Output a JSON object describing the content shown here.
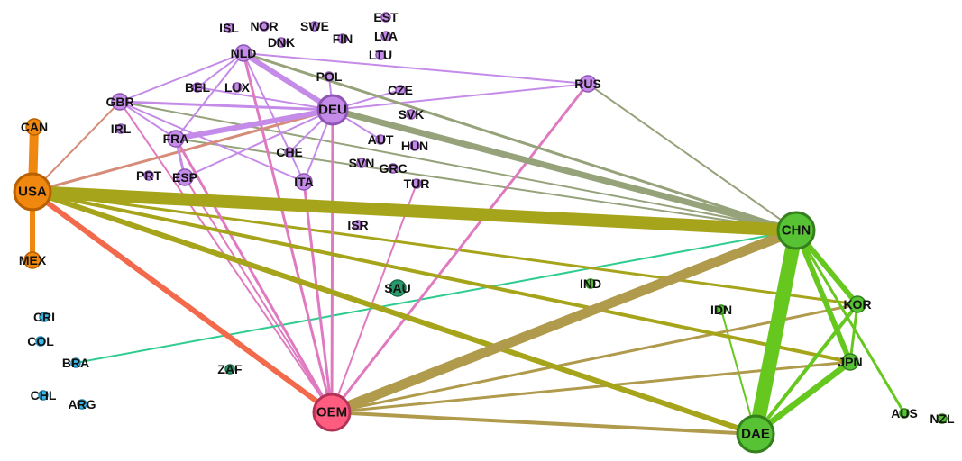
{
  "network": {
    "nodes": [
      {
        "id": "USA",
        "label": "USA",
        "group": "americas",
        "size": "large"
      },
      {
        "id": "CAN",
        "label": "CAN",
        "group": "americas",
        "size": "small"
      },
      {
        "id": "MEX",
        "label": "MEX",
        "group": "americas",
        "size": "small"
      },
      {
        "id": "CRI",
        "label": "CRI",
        "group": "latam",
        "size": "tiny"
      },
      {
        "id": "COL",
        "label": "COL",
        "group": "latam",
        "size": "tiny"
      },
      {
        "id": "BRA",
        "label": "BRA",
        "group": "latam",
        "size": "tiny"
      },
      {
        "id": "CHL",
        "label": "CHL",
        "group": "latam",
        "size": "tiny"
      },
      {
        "id": "ARG",
        "label": "ARG",
        "group": "latam",
        "size": "tiny"
      },
      {
        "id": "ISL",
        "label": "ISL",
        "group": "europe",
        "size": "tiny"
      },
      {
        "id": "NOR",
        "label": "NOR",
        "group": "europe",
        "size": "tiny"
      },
      {
        "id": "SWE",
        "label": "SWE",
        "group": "europe",
        "size": "tiny"
      },
      {
        "id": "EST",
        "label": "EST",
        "group": "europe",
        "size": "tiny"
      },
      {
        "id": "FIN",
        "label": "FIN",
        "group": "europe",
        "size": "tiny"
      },
      {
        "id": "LVA",
        "label": "LVA",
        "group": "europe",
        "size": "tiny"
      },
      {
        "id": "LTU",
        "label": "LTU",
        "group": "europe",
        "size": "tiny"
      },
      {
        "id": "DNK",
        "label": "DNK",
        "group": "europe",
        "size": "tiny"
      },
      {
        "id": "NLD",
        "label": "NLD",
        "group": "europe",
        "size": "small"
      },
      {
        "id": "GBR",
        "label": "GBR",
        "group": "europe",
        "size": "small"
      },
      {
        "id": "BEL",
        "label": "BEL",
        "group": "europe",
        "size": "tiny"
      },
      {
        "id": "LUX",
        "label": "LUX",
        "group": "europe",
        "size": "tiny"
      },
      {
        "id": "POL",
        "label": "POL",
        "group": "europe",
        "size": "tiny"
      },
      {
        "id": "DEU",
        "label": "DEU",
        "group": "europe",
        "size": "medium"
      },
      {
        "id": "CZE",
        "label": "CZE",
        "group": "europe",
        "size": "tiny"
      },
      {
        "id": "SVK",
        "label": "SVK",
        "group": "europe",
        "size": "tiny"
      },
      {
        "id": "IRL",
        "label": "IRL",
        "group": "europe",
        "size": "tiny"
      },
      {
        "id": "FRA",
        "label": "FRA",
        "group": "europe",
        "size": "small"
      },
      {
        "id": "CHE",
        "label": "CHE",
        "group": "europe",
        "size": "tiny"
      },
      {
        "id": "AUT",
        "label": "AUT",
        "group": "europe",
        "size": "tiny"
      },
      {
        "id": "HUN",
        "label": "HUN",
        "group": "europe",
        "size": "tiny"
      },
      {
        "id": "SVN",
        "label": "SVN",
        "group": "europe",
        "size": "tiny"
      },
      {
        "id": "GRC",
        "label": "GRC",
        "group": "europe",
        "size": "tiny"
      },
      {
        "id": "PRT",
        "label": "PRT",
        "group": "europe",
        "size": "tiny"
      },
      {
        "id": "ESP",
        "label": "ESP",
        "group": "europe",
        "size": "small"
      },
      {
        "id": "ITA",
        "label": "ITA",
        "group": "europe",
        "size": "small"
      },
      {
        "id": "TUR",
        "label": "TUR",
        "group": "europe",
        "size": "tiny"
      },
      {
        "id": "RUS",
        "label": "RUS",
        "group": "europe",
        "size": "small"
      },
      {
        "id": "ISR",
        "label": "ISR",
        "group": "europe",
        "size": "tiny"
      },
      {
        "id": "SAU",
        "label": "SAU",
        "group": "teal",
        "size": "small"
      },
      {
        "id": "ZAF",
        "label": "ZAF",
        "group": "teal",
        "size": "tiny"
      },
      {
        "id": "IND",
        "label": "IND",
        "group": "asia",
        "size": "tiny"
      },
      {
        "id": "OEM",
        "label": "OEM",
        "group": "oem",
        "size": "large"
      },
      {
        "id": "CHN",
        "label": "CHN",
        "group": "asia",
        "size": "large"
      },
      {
        "id": "IDN",
        "label": "IDN",
        "group": "asia",
        "size": "tiny"
      },
      {
        "id": "KOR",
        "label": "KOR",
        "group": "asia",
        "size": "small"
      },
      {
        "id": "JPN",
        "label": "JPN",
        "group": "asia",
        "size": "small"
      },
      {
        "id": "DAE",
        "label": "DAE",
        "group": "asia",
        "size": "large"
      },
      {
        "id": "AUS",
        "label": "AUS",
        "group": "asia",
        "size": "tiny"
      },
      {
        "id": "NZL",
        "label": "NZL",
        "group": "asia",
        "size": "tiny"
      }
    ],
    "groups": {
      "americas": {
        "fill": "#f0880f",
        "stroke": "#b85f00"
      },
      "latam": {
        "fill": "#3cb6e6",
        "stroke": "#1f87b0"
      },
      "europe": {
        "fill": "#c58be8",
        "stroke": "#8f55b5"
      },
      "teal": {
        "fill": "#2a9a6c",
        "stroke": "#1c6e4c"
      },
      "oem": {
        "fill": "#ff5c7f",
        "stroke": "#b23357"
      },
      "asia": {
        "fill": "#56c234",
        "stroke": "#33801c"
      }
    },
    "edges": [
      {
        "source": "USA",
        "target": "CHN",
        "weight": 14,
        "color": "#a6a41b"
      },
      {
        "source": "USA",
        "target": "CAN",
        "weight": 10,
        "color": "#f0880f"
      },
      {
        "source": "USA",
        "target": "MEX",
        "weight": 6,
        "color": "#f0880f"
      },
      {
        "source": "USA",
        "target": "OEM",
        "weight": 6,
        "color": "#f26a4b"
      },
      {
        "source": "USA",
        "target": "DAE",
        "weight": 6,
        "color": "#a6a41b"
      },
      {
        "source": "USA",
        "target": "JPN",
        "weight": 4,
        "color": "#a6a41b"
      },
      {
        "source": "USA",
        "target": "KOR",
        "weight": 3,
        "color": "#a6a41b"
      },
      {
        "source": "USA",
        "target": "DEU",
        "weight": 3,
        "color": "#d58c78"
      },
      {
        "source": "USA",
        "target": "GBR",
        "weight": 2,
        "color": "#d58c78"
      },
      {
        "source": "OEM",
        "target": "CHN",
        "weight": 11,
        "color": "#b09a4c"
      },
      {
        "source": "OEM",
        "target": "DAE",
        "weight": 4,
        "color": "#b09a4c"
      },
      {
        "source": "OEM",
        "target": "KOR",
        "weight": 3,
        "color": "#b09a4c"
      },
      {
        "source": "OEM",
        "target": "JPN",
        "weight": 3,
        "color": "#b09a4c"
      },
      {
        "source": "OEM",
        "target": "DEU",
        "weight": 3,
        "color": "#e07ac0"
      },
      {
        "source": "OEM",
        "target": "NLD",
        "weight": 3,
        "color": "#e07ac0"
      },
      {
        "source": "OEM",
        "target": "GBR",
        "weight": 2,
        "color": "#e07ac0"
      },
      {
        "source": "OEM",
        "target": "FRA",
        "weight": 3,
        "color": "#e07ac0"
      },
      {
        "source": "OEM",
        "target": "ESP",
        "weight": 2,
        "color": "#e07ac0"
      },
      {
        "source": "OEM",
        "target": "ITA",
        "weight": 3,
        "color": "#e07ac0"
      },
      {
        "source": "OEM",
        "target": "RUS",
        "weight": 3,
        "color": "#e07ac0"
      },
      {
        "source": "OEM",
        "target": "TUR",
        "weight": 2,
        "color": "#e07ac0"
      },
      {
        "source": "CHN",
        "target": "DAE",
        "weight": 16,
        "color": "#66c81f"
      },
      {
        "source": "CHN",
        "target": "KOR",
        "weight": 6,
        "color": "#66c81f"
      },
      {
        "source": "CHN",
        "target": "JPN",
        "weight": 6,
        "color": "#66c81f"
      },
      {
        "source": "CHN",
        "target": "AUS",
        "weight": 3,
        "color": "#66c81f"
      },
      {
        "source": "CHN",
        "target": "DEU",
        "weight": 7,
        "color": "#95a27a"
      },
      {
        "source": "CHN",
        "target": "NLD",
        "weight": 3,
        "color": "#95a27a"
      },
      {
        "source": "CHN",
        "target": "GBR",
        "weight": 2,
        "color": "#95a27a"
      },
      {
        "source": "CHN",
        "target": "RUS",
        "weight": 2,
        "color": "#95a27a"
      },
      {
        "source": "CHN",
        "target": "FRA",
        "weight": 2,
        "color": "#95a27a"
      },
      {
        "source": "CHN",
        "target": "BRA",
        "weight": 2,
        "color": "#2fcc8f"
      },
      {
        "source": "DAE",
        "target": "JPN",
        "weight": 7,
        "color": "#66c81f"
      },
      {
        "source": "DAE",
        "target": "KOR",
        "weight": 4,
        "color": "#66c81f"
      },
      {
        "source": "DAE",
        "target": "IDN",
        "weight": 2,
        "color": "#66c81f"
      },
      {
        "source": "KOR",
        "target": "JPN",
        "weight": 3,
        "color": "#66c81f"
      },
      {
        "source": "DEU",
        "target": "NLD",
        "weight": 6,
        "color": "#c58be8"
      },
      {
        "source": "DEU",
        "target": "FRA",
        "weight": 6,
        "color": "#c58be8"
      },
      {
        "source": "DEU",
        "target": "GBR",
        "weight": 3,
        "color": "#c58be8"
      },
      {
        "source": "DEU",
        "target": "CZE",
        "weight": 2,
        "color": "#c58be8"
      },
      {
        "source": "DEU",
        "target": "ITA",
        "weight": 2,
        "color": "#c58be8"
      },
      {
        "source": "DEU",
        "target": "ESP",
        "weight": 2,
        "color": "#c58be8"
      },
      {
        "source": "DEU",
        "target": "AUT",
        "weight": 2,
        "color": "#c58be8"
      },
      {
        "source": "DEU",
        "target": "BEL",
        "weight": 2,
        "color": "#c58be8"
      },
      {
        "source": "DEU",
        "target": "POL",
        "weight": 2,
        "color": "#c58be8"
      },
      {
        "source": "DEU",
        "target": "CHE",
        "weight": 2,
        "color": "#c58be8"
      },
      {
        "source": "NLD",
        "target": "RUS",
        "weight": 2,
        "color": "#c58be8"
      },
      {
        "source": "NLD",
        "target": "BEL",
        "weight": 2,
        "color": "#c58be8"
      },
      {
        "source": "NLD",
        "target": "FRA",
        "weight": 2,
        "color": "#c58be8"
      },
      {
        "source": "NLD",
        "target": "GBR",
        "weight": 2,
        "color": "#c58be8"
      },
      {
        "source": "NLD",
        "target": "ITA",
        "weight": 2,
        "color": "#c58be8"
      },
      {
        "source": "DEU",
        "target": "RUS",
        "weight": 2,
        "color": "#c58be8"
      },
      {
        "source": "GBR",
        "target": "FRA",
        "weight": 2,
        "color": "#c58be8"
      },
      {
        "source": "GBR",
        "target": "ITA",
        "weight": 2,
        "color": "#c58be8"
      },
      {
        "source": "FRA",
        "target": "ESP",
        "weight": 3,
        "color": "#c58be8"
      }
    ]
  }
}
